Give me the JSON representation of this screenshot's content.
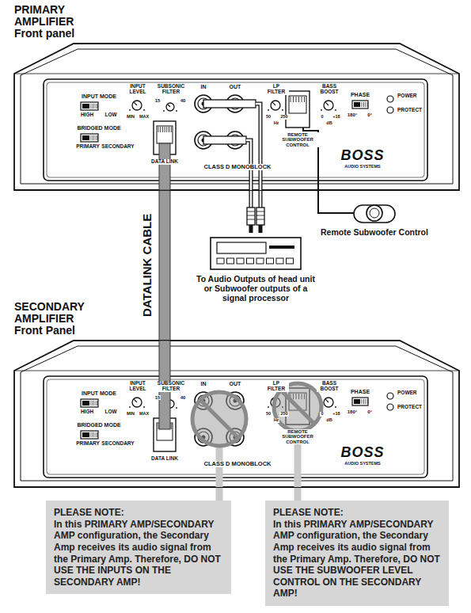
{
  "diagram": {
    "nodes": [
      {
        "text": [
          "PRIMARY AMPLIFIER Front panel"
        ]
      },
      {
        "text": [
          "Remote Subwoofer Control"
        ]
      },
      {
        "text": [
          "To Audio Outputs of head unit or Subwoofer outputs of a signal processor"
        ]
      },
      {
        "text": [
          "SECONDARY AMPLIFIER Front Panel"
        ]
      },
      {
        "text": [
          "PLEASE NOTE:",
          "In this PRIMARY AMP/SECONDARY AMP configuration, the Secondary Amp receives its audio signal from the Primary Amp. Therefore, DO NOT USE THE INPUTS ON THE SECONDARY AMP!"
        ]
      },
      {
        "text": [
          "PLEASE NOTE:",
          "In this PRIMARY AMP/SECONDARY AMP configuration, the Secondary Amp receives its audio signal from the Primary Amp. Therefore, DO NOT USE THE SUBWOOFER LEVEL CONTROL ON THE SECONDARY AMP!"
        ]
      }
    ],
    "edges": [
      {
        "from": 0,
        "to": 2,
        "arrow": "none"
      },
      {
        "from": 0,
        "to": 1,
        "arrow": "none"
      },
      {
        "from": 0,
        "to": 3,
        "label": "DATALINK CABLE",
        "arrow": "none"
      },
      {
        "from": 4,
        "to": 3,
        "arrow": "none"
      },
      {
        "from": 5,
        "to": 3,
        "arrow": "none"
      }
    ],
    "labels": [
      "INPUT MODE",
      "HIGH",
      "LOW",
      "BRIDGED MODE",
      "PRIMARY",
      "SECONDARY",
      "INPUT LEVEL",
      "MIN",
      "MAX",
      "SUBSONIC FILTER",
      "15",
      "40",
      "DATA LINK",
      "IN",
      "OUT",
      "LP FILTER",
      "50",
      "250",
      "Hz",
      "REMOTE SUBWOOFER CONTROL",
      "BASS BOOST",
      "0",
      "+18",
      "dB",
      "PHASE",
      "180°",
      "0°",
      "POWER",
      "PROTECT",
      "CLASS D MONOBLOCK",
      "BOSS",
      "AUDIO SYSTEMS",
      "INPUT MODE",
      "HIGH",
      "LOW",
      "BRIDGED MODE",
      "PRIMARY",
      "SECONDARY",
      "INPUT LEVEL",
      "MIN",
      "MAX",
      "SUBSONIC FILTER",
      "15",
      "40",
      "DATA LINK",
      "IN",
      "OUT",
      "LP FILTER",
      "50",
      "250",
      "Hz",
      "REMOTE SUBWOOFER CONTROL",
      "BASS BOOST",
      "0",
      "+18",
      "dB",
      "PHASE",
      "180°",
      "0°",
      "POWER",
      "PROTECT",
      "CLASS D MONOBLOCK",
      "BOSS",
      "AUDIO SYSTEMS"
    ]
  }
}
